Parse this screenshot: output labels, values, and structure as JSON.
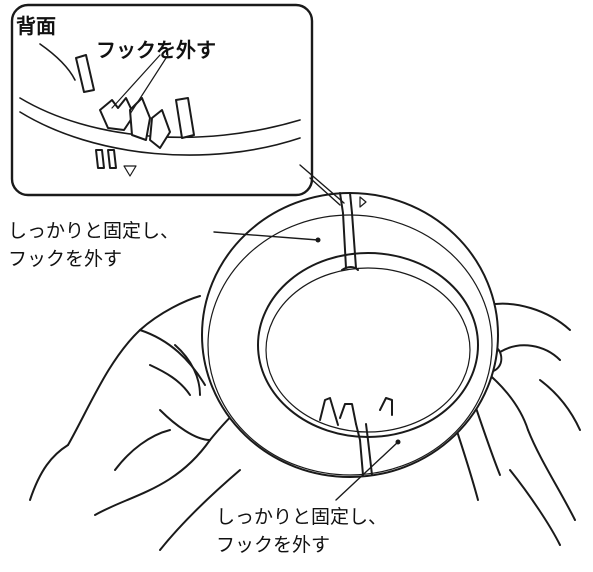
{
  "inset": {
    "title": "背面",
    "hook_label": "フックを外す"
  },
  "callouts": {
    "upper_line1": "しっかりと固定し、",
    "upper_line2": "フックを外す",
    "lower_line1": "しっかりと固定し、",
    "lower_line2": "フックを外す"
  },
  "colors": {
    "line": "#1a1a1a",
    "fill": "#ffffff"
  }
}
